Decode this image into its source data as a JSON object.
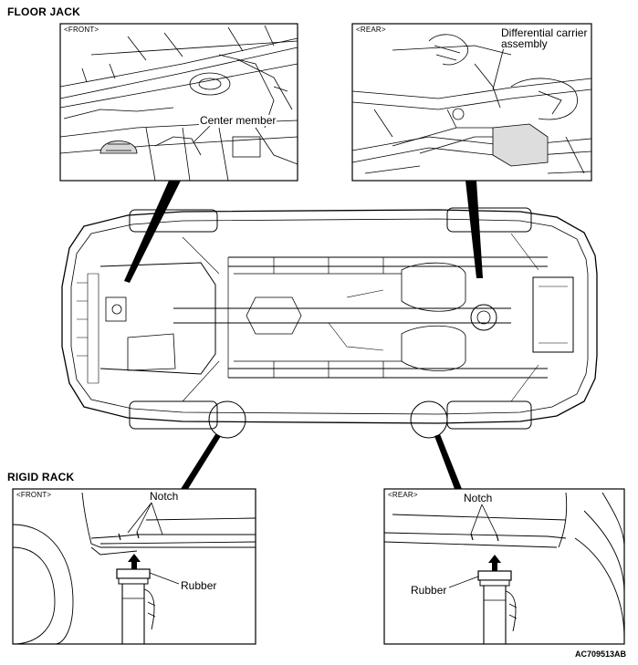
{
  "headings": {
    "floor_jack": "FLOOR JACK",
    "rigid_rack": "RIGID RACK"
  },
  "panels": {
    "fj_front": {
      "tag": "<FRONT>",
      "label": "Center member"
    },
    "fj_rear": {
      "tag": "<REAR>",
      "label_line1": "Differential carrier",
      "label_line2": "assembly"
    },
    "rr_front": {
      "tag": "<FRONT>",
      "notch": "Notch",
      "rubber": "Rubber"
    },
    "rr_rear": {
      "tag": "<REAR>",
      "notch": "Notch",
      "rubber": "Rubber"
    }
  },
  "figure_code": "AC709513AB"
}
